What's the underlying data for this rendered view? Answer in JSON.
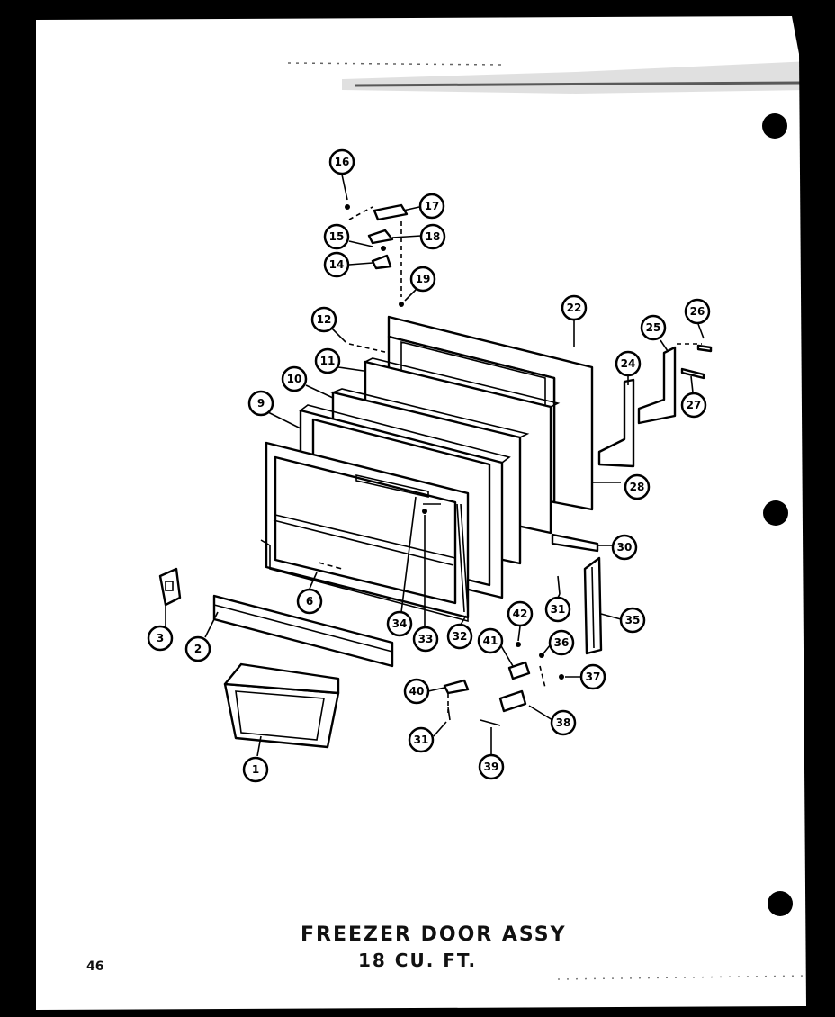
{
  "title": {
    "line1": "FREEZER DOOR ASSY",
    "line2": "18 CU. FT."
  },
  "page_number": "46",
  "callouts": [
    "16",
    "17",
    "18",
    "15",
    "14",
    "19",
    "12",
    "22",
    "26",
    "25",
    "11",
    "10",
    "24",
    "27",
    "9",
    "28",
    "30",
    "6",
    "3",
    "2",
    "34",
    "33",
    "32",
    "31",
    "42",
    "35",
    "41",
    "36",
    "37",
    "40",
    "38",
    "31",
    "39",
    "1"
  ]
}
